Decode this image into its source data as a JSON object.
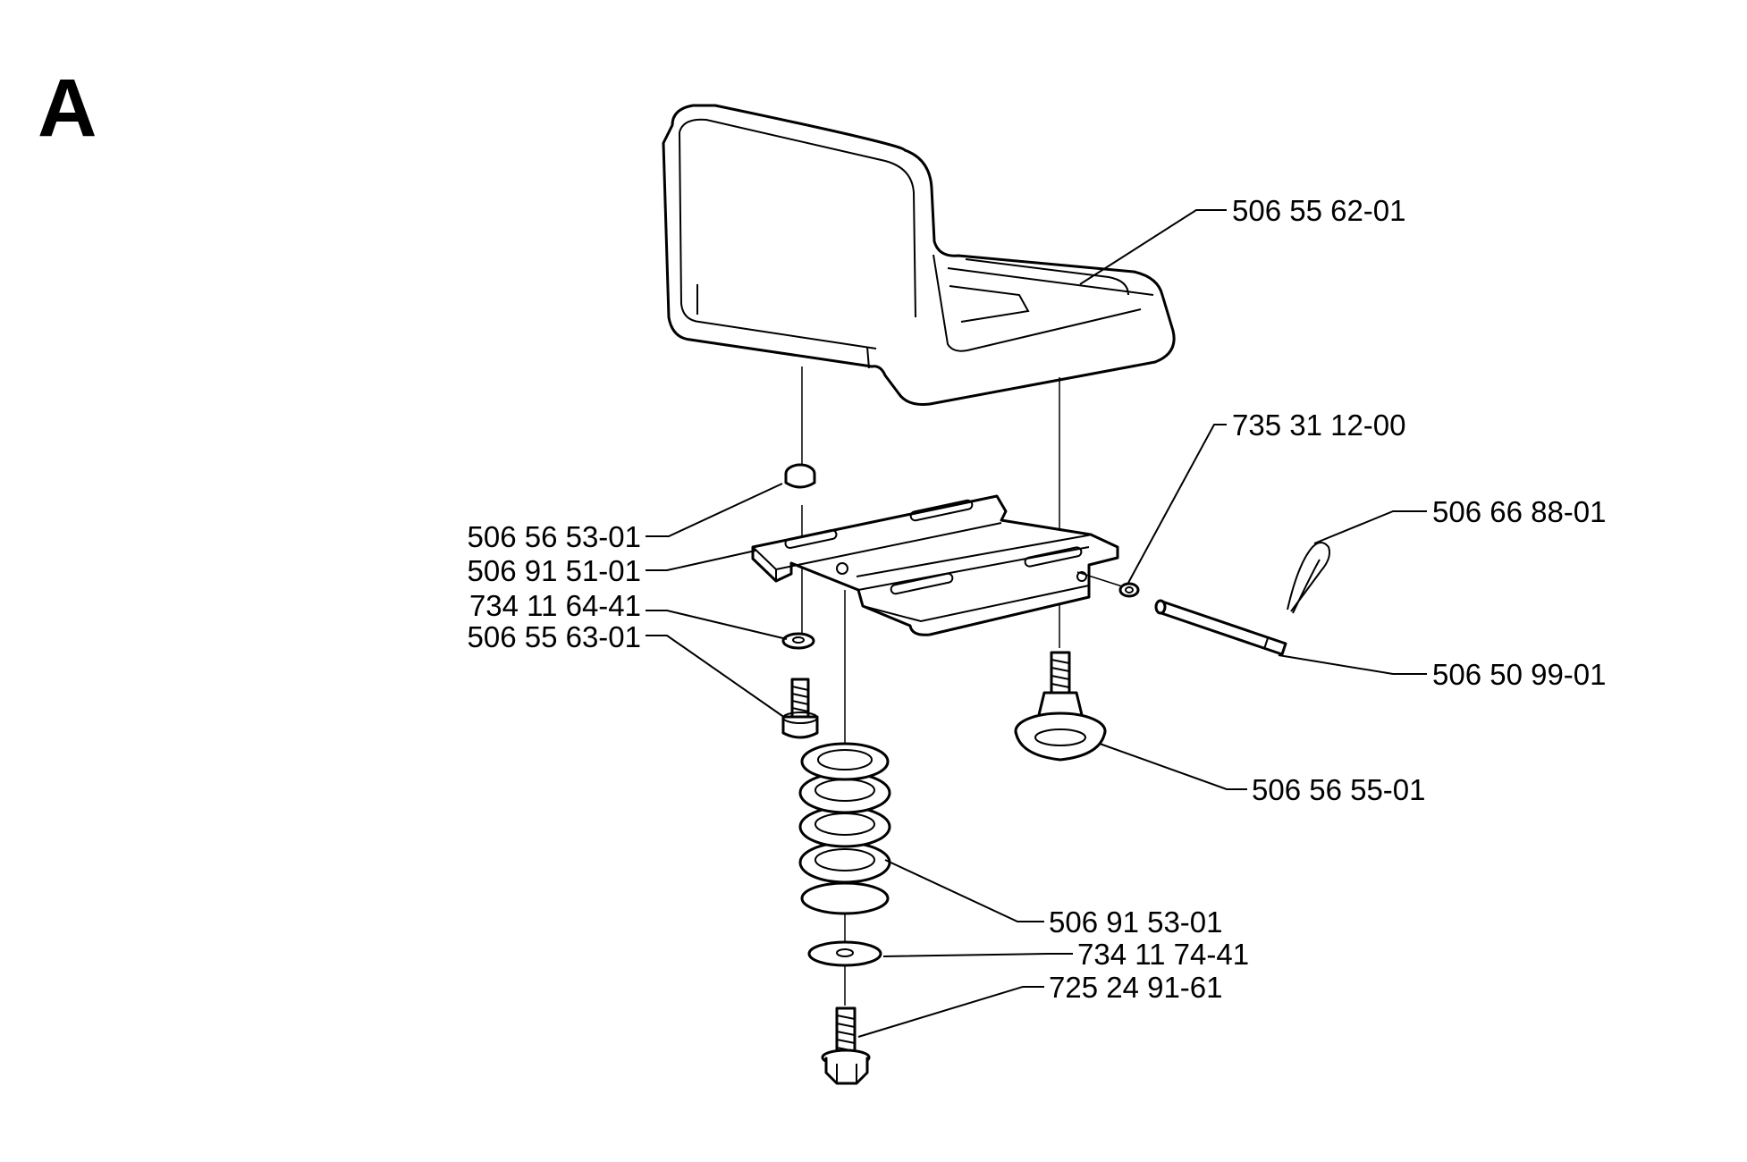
{
  "title": "A",
  "labels": [
    {
      "id": "seat",
      "text": "506 55 62-01"
    },
    {
      "id": "clip-washer",
      "text": "735 31 12-00"
    },
    {
      "id": "hair-pin",
      "text": "506 66 88-01"
    },
    {
      "id": "nut-top",
      "text": "506 56 53-01"
    },
    {
      "id": "bracket",
      "text": "506 91 51-01"
    },
    {
      "id": "washer-small",
      "text": "734 11 64-41"
    },
    {
      "id": "bolt-small",
      "text": "506 55 63-01"
    },
    {
      "id": "pin",
      "text": "506 50 99-01"
    },
    {
      "id": "knob",
      "text": "506 56 55-01"
    },
    {
      "id": "spring",
      "text": "506 91 53-01"
    },
    {
      "id": "washer-large",
      "text": "734 11 74-41"
    },
    {
      "id": "bolt-large",
      "text": "725 24 91-61"
    }
  ]
}
